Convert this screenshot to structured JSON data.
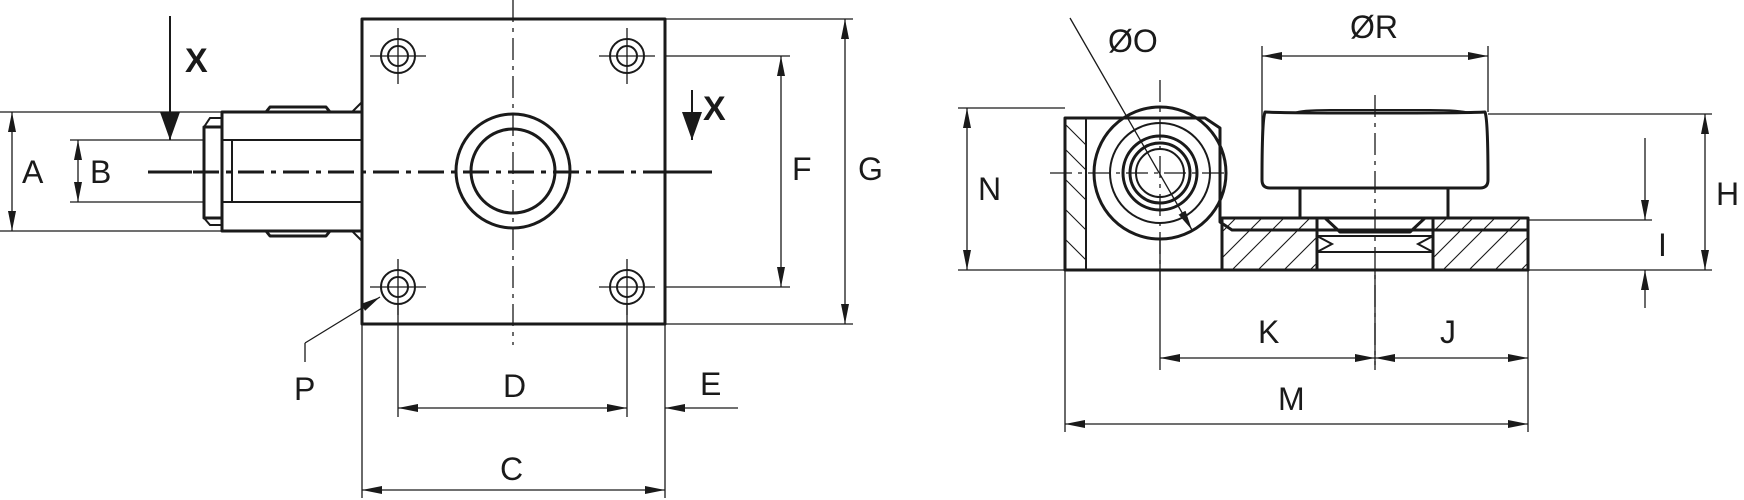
{
  "labels": {
    "A": "A",
    "B": "B",
    "C": "C",
    "D": "D",
    "E": "E",
    "F": "F",
    "G": "G",
    "H": "H",
    "I": "I",
    "J": "J",
    "K": "K",
    "M": "M",
    "N": "N",
    "O": "ØO",
    "P": "P",
    "R": "ØR",
    "X": "X"
  }
}
